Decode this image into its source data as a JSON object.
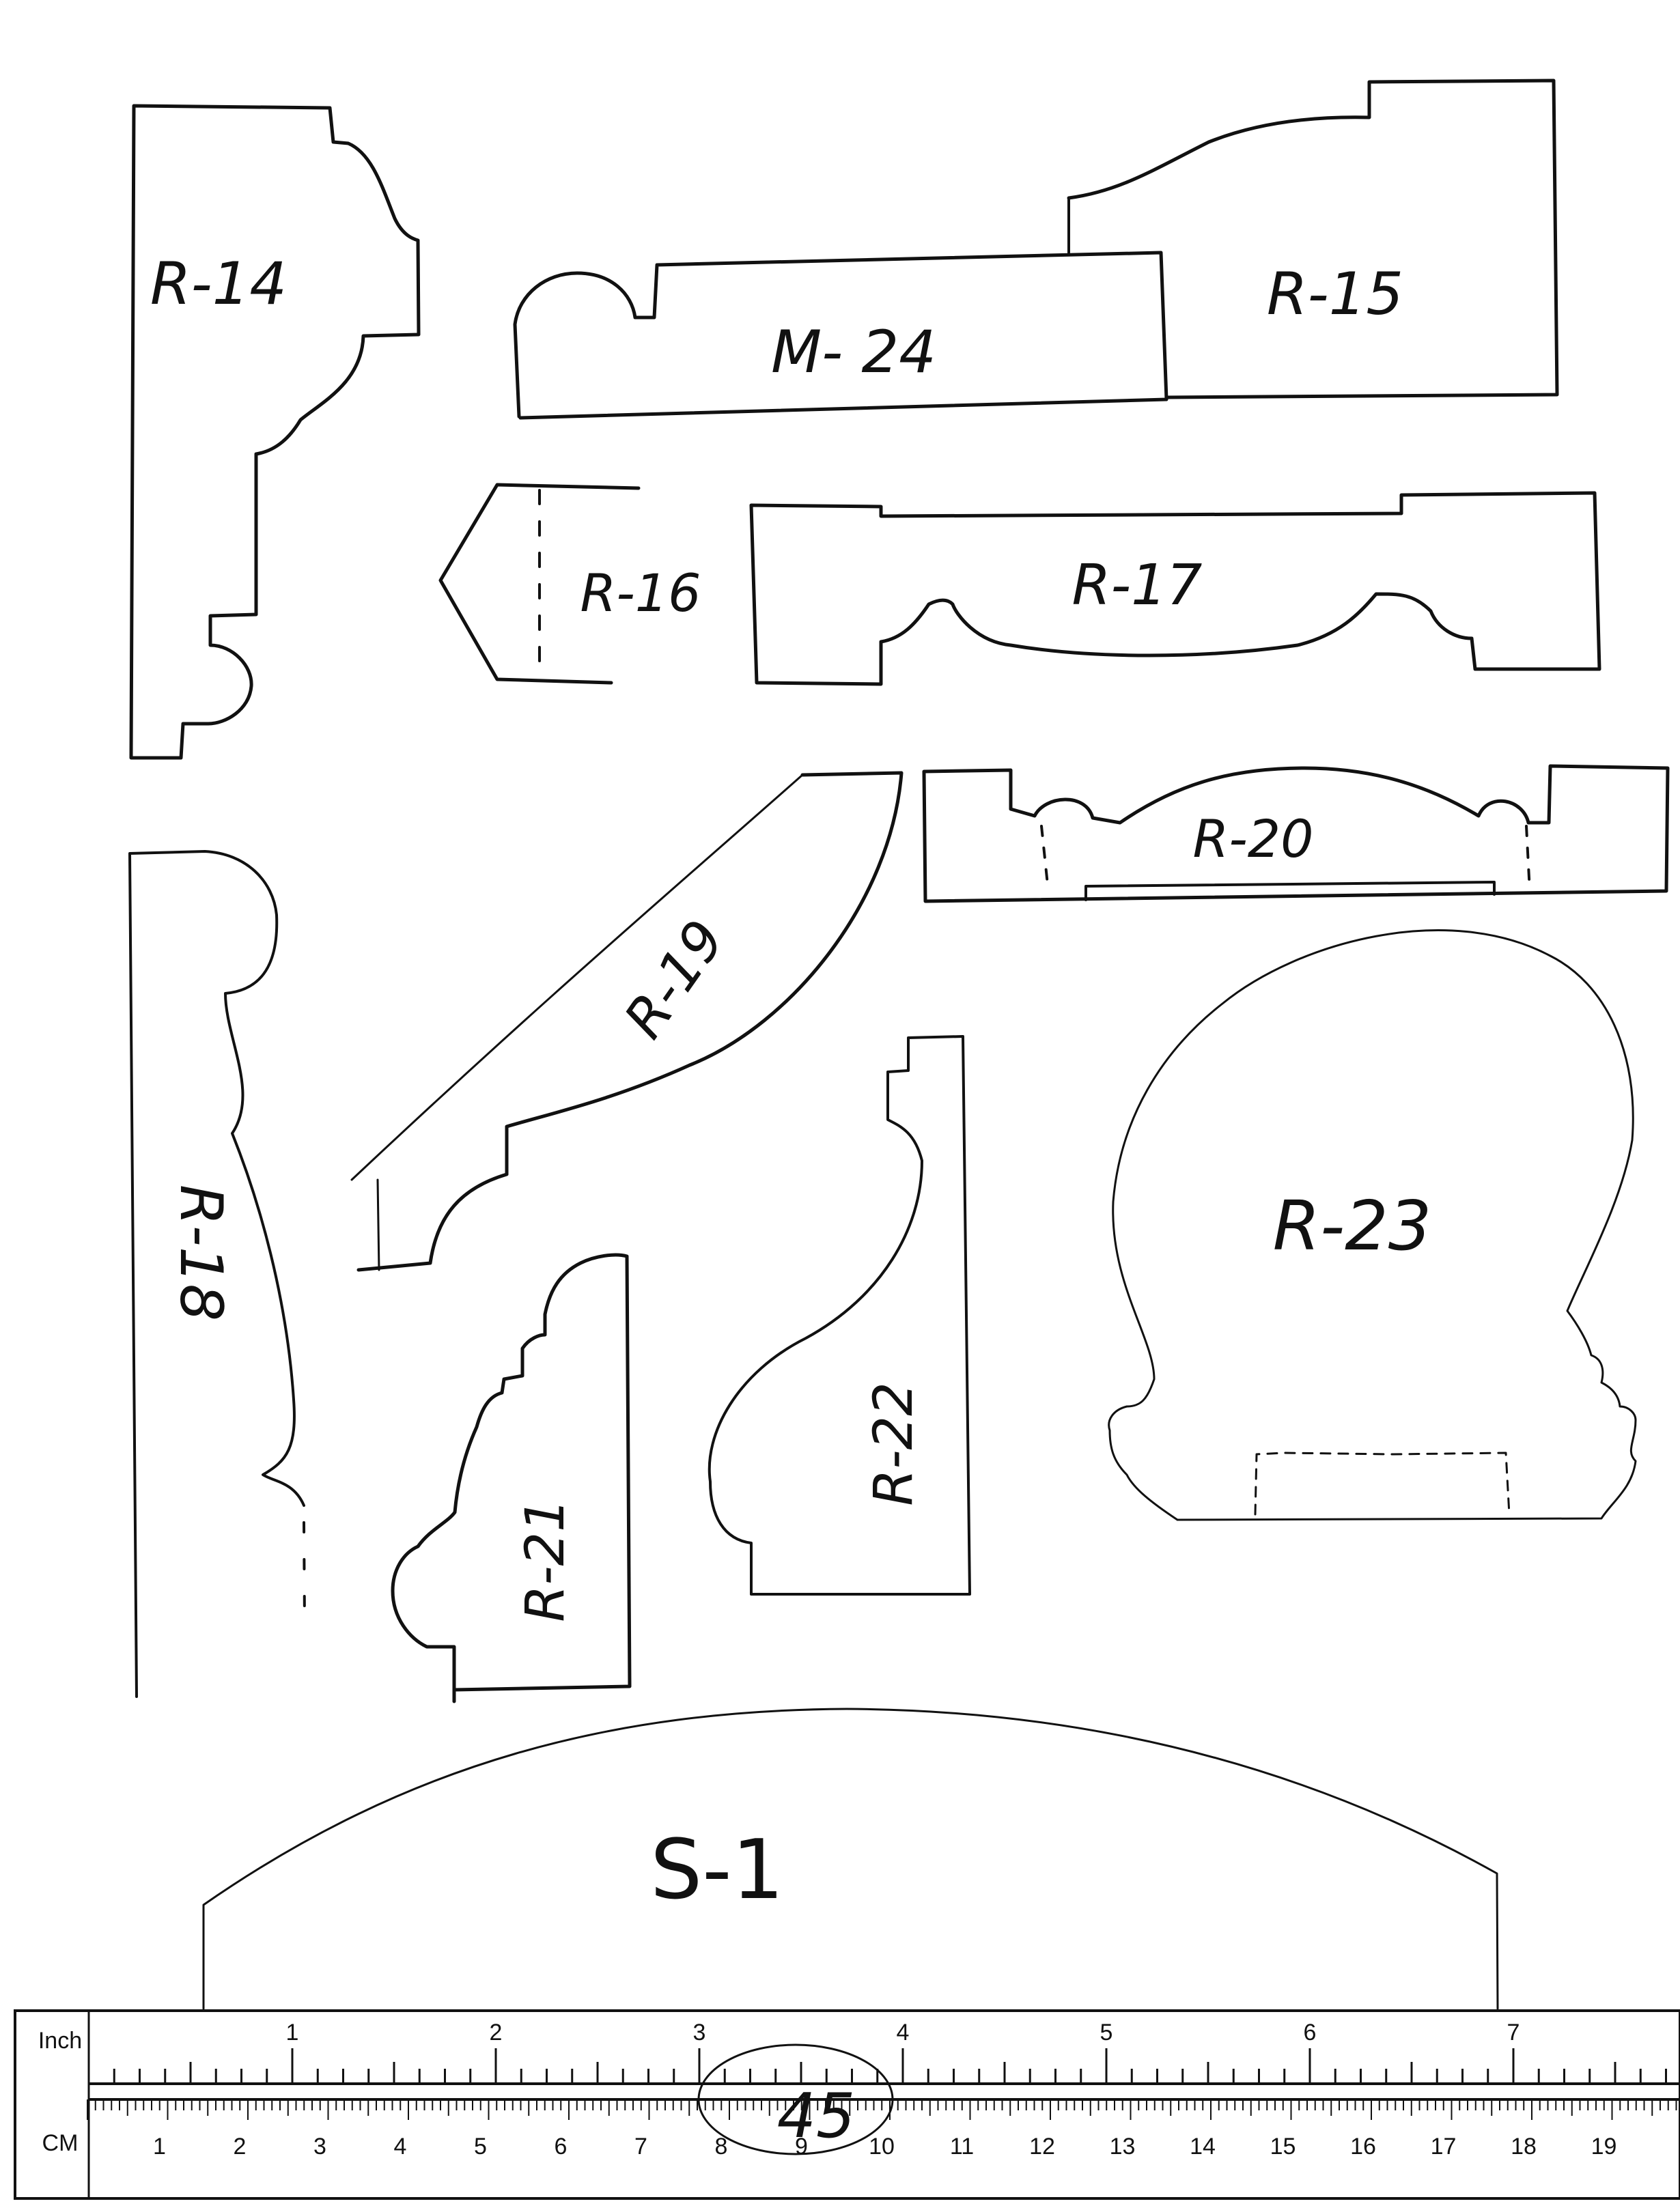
{
  "profiles": [
    {
      "id": "r14",
      "label": "R-14"
    },
    {
      "id": "r15",
      "label": "R-15"
    },
    {
      "id": "m24",
      "label": "M- 24"
    },
    {
      "id": "r16",
      "label": "R-16"
    },
    {
      "id": "r17",
      "label": "R-17"
    },
    {
      "id": "r18",
      "label": "R-18"
    },
    {
      "id": "r19",
      "label": "R-19"
    },
    {
      "id": "r20",
      "label": "R-20"
    },
    {
      "id": "r21",
      "label": "R-21"
    },
    {
      "id": "r22",
      "label": "R-22"
    },
    {
      "id": "r23",
      "label": "R-23"
    },
    {
      "id": "s1",
      "label": "S-1"
    }
  ],
  "ruler": {
    "inch_label": "Inch",
    "cm_label": "CM",
    "inch_ticks": [
      "1",
      "2",
      "3",
      "4",
      "5",
      "6",
      "7"
    ],
    "cm_ticks": [
      "1",
      "2",
      "3",
      "4",
      "5",
      "6",
      "7",
      "8",
      "9",
      "10",
      "11",
      "12",
      "13",
      "14",
      "15",
      "16",
      "17",
      "18",
      "19"
    ],
    "page_number": "45"
  }
}
